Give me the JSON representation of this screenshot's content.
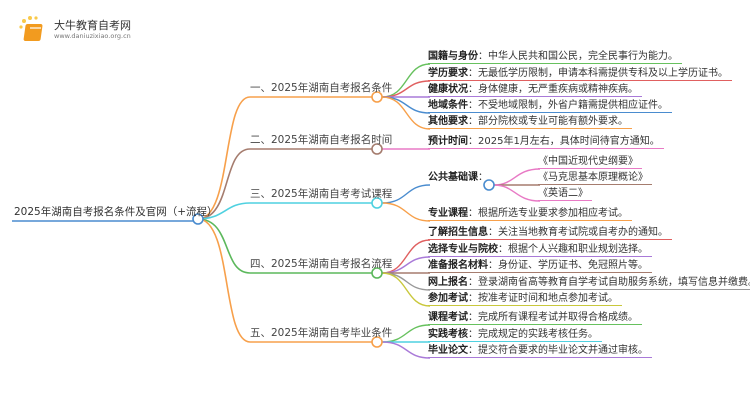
{
  "logo": {
    "title": "大牛教育自考网",
    "url": "www.daniuzixiao.org.cn"
  },
  "root": {
    "label": "2025年湖南自考报名条件及官网（+流程）"
  },
  "branches": [
    {
      "label": "一、2025年湖南自考报名条件",
      "color": "#f7a04b",
      "items": [
        {
          "label": "国籍与身份",
          "text": "：中华人民共和国公民，完全民事行为能力。",
          "color": "#67c15e"
        },
        {
          "label": "学历要求",
          "text": "：无最低学历限制，申请本科需提供专科及以上学历证书。",
          "color": "#e06060"
        },
        {
          "label": "健康状况",
          "text": "：身体健康，无严重疾病或精神疾病。",
          "color": "#a97ad8"
        },
        {
          "label": "地域条件",
          "text": "：不受地域限制，外省户籍需提供相应证件。",
          "color": "#4a8ccf"
        },
        {
          "label": "其他要求",
          "text": "：部分院校或专业可能有额外要求。",
          "color": "#f7a04b"
        }
      ]
    },
    {
      "label": "二、2025年湖南自考报名时间",
      "color": "#a57c6e",
      "items": [
        {
          "label": "预计时间",
          "text": "：2025年1月左右，具体时间待官方通知。",
          "color": "#e87ac5"
        }
      ]
    },
    {
      "label": "三、2025年湖南自考考试课程",
      "color": "#4fd1e0",
      "items": [
        {
          "label": "公共基础课",
          "text": "：",
          "color": "#4a8ccf",
          "subitems": [
            {
              "text": "《中国近现代史纲要》",
              "color": "#e87ac5"
            },
            {
              "text": "《马克思基本原理概论》",
              "color": "#a57c6e"
            },
            {
              "text": "《英语二》",
              "color": "#e87ac5"
            }
          ]
        },
        {
          "label": "专业课程",
          "text": "：根据所选专业要求参加相应考试。",
          "color": "#f7a04b"
        }
      ]
    },
    {
      "label": "四、2025年湖南自考报名流程",
      "color": "#5cb85c",
      "items": [
        {
          "label": "了解招生信息",
          "text": "：关注当地教育考试院或自考办的通知。",
          "color": "#e06060"
        },
        {
          "label": "选择专业与院校",
          "text": "：根据个人兴趣和职业规划选择。",
          "color": "#a97ad8"
        },
        {
          "label": "准备报名材料",
          "text": "：身份证、学历证书、免冠照片等。",
          "color": "#a57c6e"
        },
        {
          "label": "网上报名",
          "text": "：登录湖南省高等教育自学考试自助服务系统，填写信息并缴费。",
          "color": "#999999"
        },
        {
          "label": "参加考试",
          "text": "：按准考证时间和地点参加考试。",
          "color": "#c9c83c"
        }
      ]
    },
    {
      "label": "五、2025年湖南自考毕业条件",
      "color": "#f7a04b",
      "items": [
        {
          "label": "课程考试",
          "text": "：完成所有课程考试并取得合格成绩。",
          "color": "#67c15e"
        },
        {
          "label": "实践考核",
          "text": "：完成规定的实践考核任务。",
          "color": "#4fd1e0"
        },
        {
          "label": "毕业论文",
          "text": "：提交符合要求的毕业论文并通过审核。",
          "color": "#a97ad8"
        }
      ]
    }
  ]
}
